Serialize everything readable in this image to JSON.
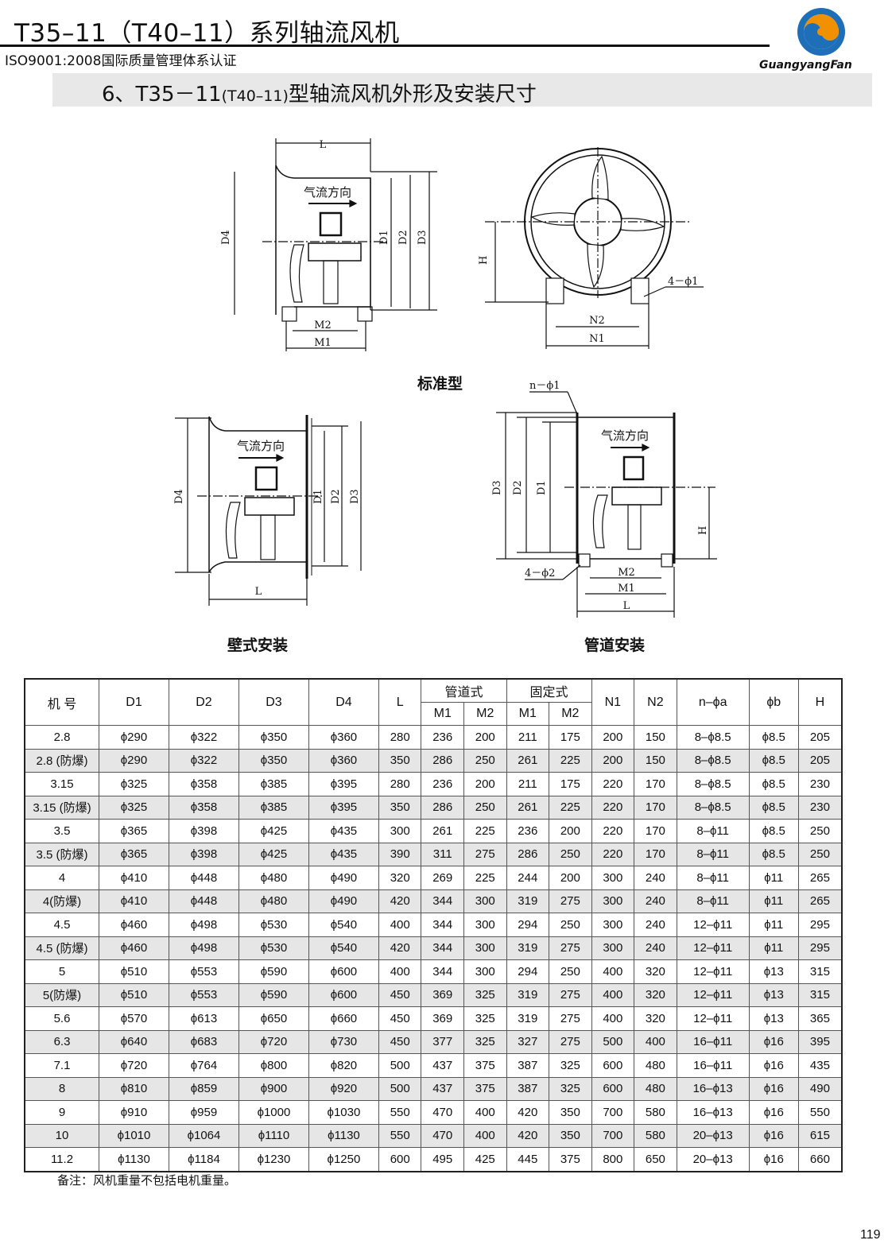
{
  "header": {
    "title": "T35–11（T40–11）系列轴流风机",
    "certification": "ISO9001:2008国际质量管理体系认证",
    "brand": "GuangyangFan",
    "colors": {
      "logo_orange": "#f29100",
      "logo_blue": "#1e6fb8"
    }
  },
  "section": {
    "prefix": "6、T35－11",
    "model_small": "(T40–11)",
    "suffix": "型轴流风机外形及安装尺寸"
  },
  "diagrams": {
    "standard": {
      "caption": "标准型",
      "airflow": "气流方向",
      "labels": {
        "L": "L",
        "D1": "D1",
        "D2": "D2",
        "D3": "D3",
        "D4": "D4",
        "M1": "M1",
        "M2": "M2",
        "H": "H",
        "N1": "N1",
        "N2": "N2",
        "holes": "4－ϕ1"
      }
    },
    "wall": {
      "caption": "壁式安装",
      "airflow": "气流方向",
      "labels": {
        "L": "L",
        "D1": "D1",
        "D2": "D2",
        "D3": "D3",
        "D4": "D4"
      }
    },
    "duct": {
      "caption": "管道安装",
      "airflow": "气流方向",
      "labels": {
        "L": "L",
        "D1": "D1",
        "D2": "D2",
        "D3": "D3",
        "H": "H",
        "M1": "M1",
        "M2": "M2",
        "flange_holes": "n－ϕ1",
        "base_holes": "4－ϕ2"
      }
    }
  },
  "table": {
    "headers": {
      "model": "机 号",
      "d1": "D1",
      "d2": "D2",
      "d3": "D3",
      "d4": "D4",
      "l": "L",
      "duct": "管道式",
      "fixed": "固定式",
      "m1": "M1",
      "m2": "M2",
      "n1": "N1",
      "n2": "N2",
      "holes": "n–ϕa",
      "phib": "ϕb",
      "h": "H"
    },
    "rows": [
      [
        "2.8",
        "ϕ290",
        "ϕ322",
        "ϕ350",
        "ϕ360",
        "280",
        "236",
        "200",
        "211",
        "175",
        "200",
        "150",
        "8–ϕ8.5",
        "ϕ8.5",
        "205"
      ],
      [
        "2.8 (防爆)",
        "ϕ290",
        "ϕ322",
        "ϕ350",
        "ϕ360",
        "350",
        "286",
        "250",
        "261",
        "225",
        "200",
        "150",
        "8–ϕ8.5",
        "ϕ8.5",
        "205"
      ],
      [
        "3.15",
        "ϕ325",
        "ϕ358",
        "ϕ385",
        "ϕ395",
        "280",
        "236",
        "200",
        "211",
        "175",
        "220",
        "170",
        "8–ϕ8.5",
        "ϕ8.5",
        "230"
      ],
      [
        "3.15 (防爆)",
        "ϕ325",
        "ϕ358",
        "ϕ385",
        "ϕ395",
        "350",
        "286",
        "250",
        "261",
        "225",
        "220",
        "170",
        "8–ϕ8.5",
        "ϕ8.5",
        "230"
      ],
      [
        "3.5",
        "ϕ365",
        "ϕ398",
        "ϕ425",
        "ϕ435",
        "300",
        "261",
        "225",
        "236",
        "200",
        "220",
        "170",
        "8–ϕ11",
        "ϕ8.5",
        "250"
      ],
      [
        "3.5 (防爆)",
        "ϕ365",
        "ϕ398",
        "ϕ425",
        "ϕ435",
        "390",
        "311",
        "275",
        "286",
        "250",
        "220",
        "170",
        "8–ϕ11",
        "ϕ8.5",
        "250"
      ],
      [
        "4",
        "ϕ410",
        "ϕ448",
        "ϕ480",
        "ϕ490",
        "320",
        "269",
        "225",
        "244",
        "200",
        "300",
        "240",
        "8–ϕ11",
        "ϕ11",
        "265"
      ],
      [
        "4(防爆)",
        "ϕ410",
        "ϕ448",
        "ϕ480",
        "ϕ490",
        "420",
        "344",
        "300",
        "319",
        "275",
        "300",
        "240",
        "8–ϕ11",
        "ϕ11",
        "265"
      ],
      [
        "4.5",
        "ϕ460",
        "ϕ498",
        "ϕ530",
        "ϕ540",
        "400",
        "344",
        "300",
        "294",
        "250",
        "300",
        "240",
        "12–ϕ11",
        "ϕ11",
        "295"
      ],
      [
        "4.5 (防爆)",
        "ϕ460",
        "ϕ498",
        "ϕ530",
        "ϕ540",
        "420",
        "344",
        "300",
        "319",
        "275",
        "300",
        "240",
        "12–ϕ11",
        "ϕ11",
        "295"
      ],
      [
        "5",
        "ϕ510",
        "ϕ553",
        "ϕ590",
        "ϕ600",
        "400",
        "344",
        "300",
        "294",
        "250",
        "400",
        "320",
        "12–ϕ11",
        "ϕ13",
        "315"
      ],
      [
        "5(防爆)",
        "ϕ510",
        "ϕ553",
        "ϕ590",
        "ϕ600",
        "450",
        "369",
        "325",
        "319",
        "275",
        "400",
        "320",
        "12–ϕ11",
        "ϕ13",
        "315"
      ],
      [
        "5.6",
        "ϕ570",
        "ϕ613",
        "ϕ650",
        "ϕ660",
        "450",
        "369",
        "325",
        "319",
        "275",
        "400",
        "320",
        "12–ϕ11",
        "ϕ13",
        "365"
      ],
      [
        "6.3",
        "ϕ640",
        "ϕ683",
        "ϕ720",
        "ϕ730",
        "450",
        "377",
        "325",
        "327",
        "275",
        "500",
        "400",
        "16–ϕ11",
        "ϕ16",
        "395"
      ],
      [
        "7.1",
        "ϕ720",
        "ϕ764",
        "ϕ800",
        "ϕ820",
        "500",
        "437",
        "375",
        "387",
        "325",
        "600",
        "480",
        "16–ϕ11",
        "ϕ16",
        "435"
      ],
      [
        "8",
        "ϕ810",
        "ϕ859",
        "ϕ900",
        "ϕ920",
        "500",
        "437",
        "375",
        "387",
        "325",
        "600",
        "480",
        "16–ϕ13",
        "ϕ16",
        "490"
      ],
      [
        "9",
        "ϕ910",
        "ϕ959",
        "ϕ1000",
        "ϕ1030",
        "550",
        "470",
        "400",
        "420",
        "350",
        "700",
        "580",
        "16–ϕ13",
        "ϕ16",
        "550"
      ],
      [
        "10",
        "ϕ1010",
        "ϕ1064",
        "ϕ1110",
        "ϕ1130",
        "550",
        "470",
        "400",
        "420",
        "350",
        "700",
        "580",
        "20–ϕ13",
        "ϕ16",
        "615"
      ],
      [
        "11.2",
        "ϕ1130",
        "ϕ1184",
        "ϕ1230",
        "ϕ1250",
        "600",
        "495",
        "425",
        "445",
        "375",
        "800",
        "650",
        "20–ϕ13",
        "ϕ16",
        "660"
      ]
    ]
  },
  "note": "备注：风机重量不包括电机重量。",
  "page_number": "119"
}
